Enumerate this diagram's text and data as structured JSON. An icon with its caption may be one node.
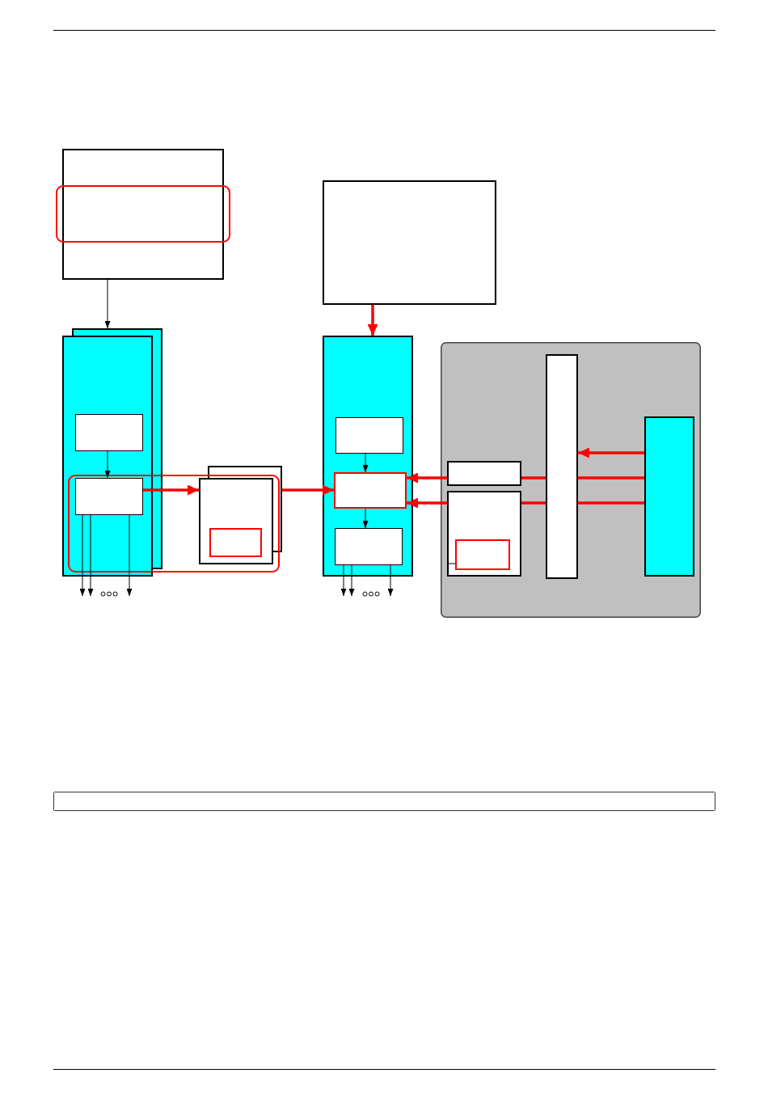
{
  "diagram": {
    "nodes": [
      {
        "text": [],
        "shape": "box"
      },
      {
        "text": [],
        "shape": "box"
      },
      {
        "text": [],
        "shape": "box"
      },
      {
        "text": [],
        "shape": "box",
        "in": 2
      },
      {
        "text": [],
        "shape": "box",
        "in": 2
      },
      {
        "text": [],
        "shape": "box"
      },
      {
        "text": [],
        "shape": "box",
        "in": 5
      },
      {
        "text": [],
        "shape": "box"
      },
      {
        "text": [],
        "shape": "box",
        "in": 7
      },
      {
        "text": [],
        "shape": "box",
        "in": 7
      },
      {
        "text": [],
        "shape": "box",
        "in": 7
      },
      {
        "text": [],
        "shape": "box"
      },
      {
        "text": [],
        "shape": "box",
        "in": 11
      },
      {
        "text": [],
        "shape": "box",
        "in": 11
      },
      {
        "text": [],
        "shape": "box",
        "in": 13
      },
      {
        "text": [],
        "shape": "box",
        "in": 11
      },
      {
        "text": [],
        "shape": "box",
        "in": 11
      },
      {
        "text": [],
        "shape": "box"
      }
    ],
    "edges": [
      {
        "from": 0,
        "to": 2,
        "arrow": "to"
      },
      {
        "from": 3,
        "to": 4,
        "arrow": "to"
      },
      {
        "from": 4,
        "to": 5,
        "arrow": "to",
        "style": "thick",
        "color": "#ff0000"
      },
      {
        "from": 5,
        "to": 9,
        "arrow": "to",
        "style": "thick",
        "color": "#ff0000"
      },
      {
        "from": 4,
        "to": null,
        "arrow": "to"
      },
      {
        "from": 4,
        "to": null,
        "arrow": "to"
      },
      {
        "from": 4,
        "to": null,
        "arrow": "to"
      },
      {
        "from": 1,
        "to": 7,
        "arrow": "to",
        "style": "thick",
        "color": "#ff0000"
      },
      {
        "from": 8,
        "to": 9,
        "arrow": "to"
      },
      {
        "from": 9,
        "to": 10,
        "arrow": "to"
      },
      {
        "from": 10,
        "to": null,
        "arrow": "to"
      },
      {
        "from": 10,
        "to": null,
        "arrow": "to"
      },
      {
        "from": 10,
        "to": null,
        "arrow": "to"
      },
      {
        "from": 16,
        "to": 15,
        "arrow": "to",
        "style": "thick",
        "color": "#ff0000"
      },
      {
        "from": 16,
        "to": 15,
        "arrow": "none",
        "style": "thick",
        "color": "#ff0000"
      },
      {
        "from": 15,
        "to": 12,
        "arrow": "none",
        "style": "thick",
        "color": "#ff0000"
      },
      {
        "from": 12,
        "to": 9,
        "arrow": "to",
        "style": "thick",
        "color": "#ff0000"
      },
      {
        "from": 16,
        "to": 15,
        "arrow": "none",
        "style": "thick",
        "color": "#ff0000"
      },
      {
        "from": 15,
        "to": 13,
        "arrow": "none",
        "style": "thick",
        "color": "#ff0000"
      },
      {
        "from": 13,
        "to": 9,
        "arrow": "to",
        "style": "thick",
        "color": "#ff0000"
      },
      {
        "from": 13,
        "to": 14,
        "arrow": "none"
      }
    ]
  }
}
